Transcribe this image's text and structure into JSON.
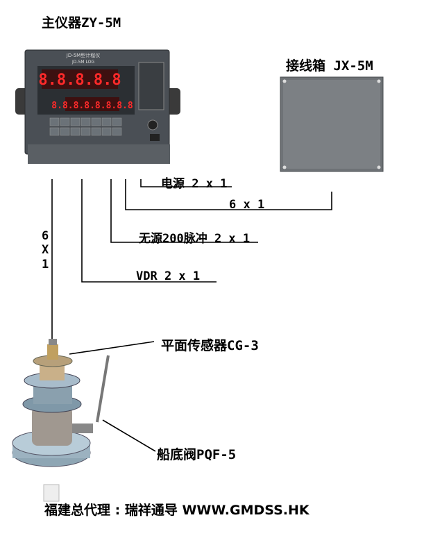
{
  "main_unit": {
    "title": "主仪器ZY-5M",
    "panel_line1": "JD-5M型计程仪",
    "panel_line2": "JD-5M LOG",
    "display_main": "8.8.8.8.8",
    "display_sub": "8.8.8.8.8.8.8.8"
  },
  "junction_box": {
    "title": "接线箱 JX-5M"
  },
  "cables": {
    "power": "电源 2 x 1",
    "box_link": "6 x 1",
    "pulse": "无源200脉冲 2 x 1",
    "vdr": "VDR 2 x 1",
    "sensor_vertical": [
      "6",
      "X",
      "1"
    ]
  },
  "sensor": {
    "label": "平面传感器CG-3"
  },
  "valve": {
    "label": "船底阀PQF-5"
  },
  "footer": {
    "text": "福建总代理 : 瑞祥通导 WWW.GMDSS.HK"
  }
}
